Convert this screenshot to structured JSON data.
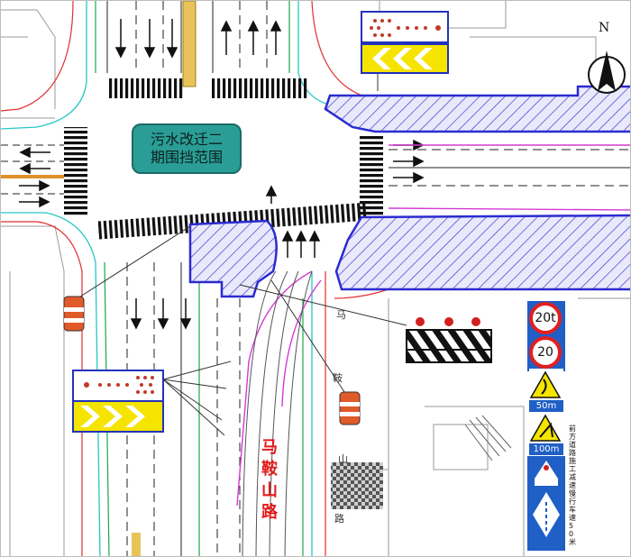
{
  "callout": {
    "line1": "污水改迁二",
    "line2": "期围挡范围"
  },
  "road_name": [
    "马",
    "鞍",
    "山",
    "路"
  ],
  "road_name_faint": [
    "马",
    "鞍",
    "山",
    "路"
  ],
  "north_label": "N",
  "signs": {
    "weight_limit": "20t",
    "speed_limit": "20",
    "dist_1": "50m",
    "dist_2": "100m",
    "vertical_note": [
      "前",
      "方",
      "道",
      "路",
      "施",
      "工",
      "减",
      "速",
      "慢",
      "行",
      "车",
      "速",
      "5",
      "0",
      "米"
    ]
  },
  "colors": {
    "hatch_blue": "#3c3ccf",
    "callout_teal": "#2a9e96",
    "chevron_yellow": "#f5e400",
    "sign_blue": "#1f5fc6",
    "road_red": "#e31b1b",
    "magenta": "#d43ad4"
  }
}
